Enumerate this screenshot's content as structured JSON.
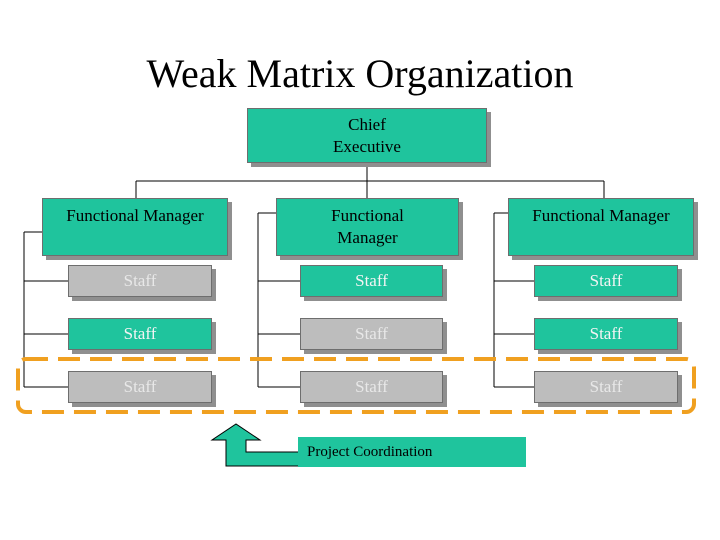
{
  "title": "Weak Matrix Organization",
  "chief": "Chief\nExecutive",
  "managers": [
    "Functional Manager",
    "Functional\nManager",
    "Functional Manager"
  ],
  "staff_label": "Staff",
  "project_label": "Project Coordination",
  "colors": {
    "teal": "#1fc49d",
    "grey": "#bdbdbd",
    "highlight": "#f0a020",
    "arrow": "#1fc49d"
  }
}
